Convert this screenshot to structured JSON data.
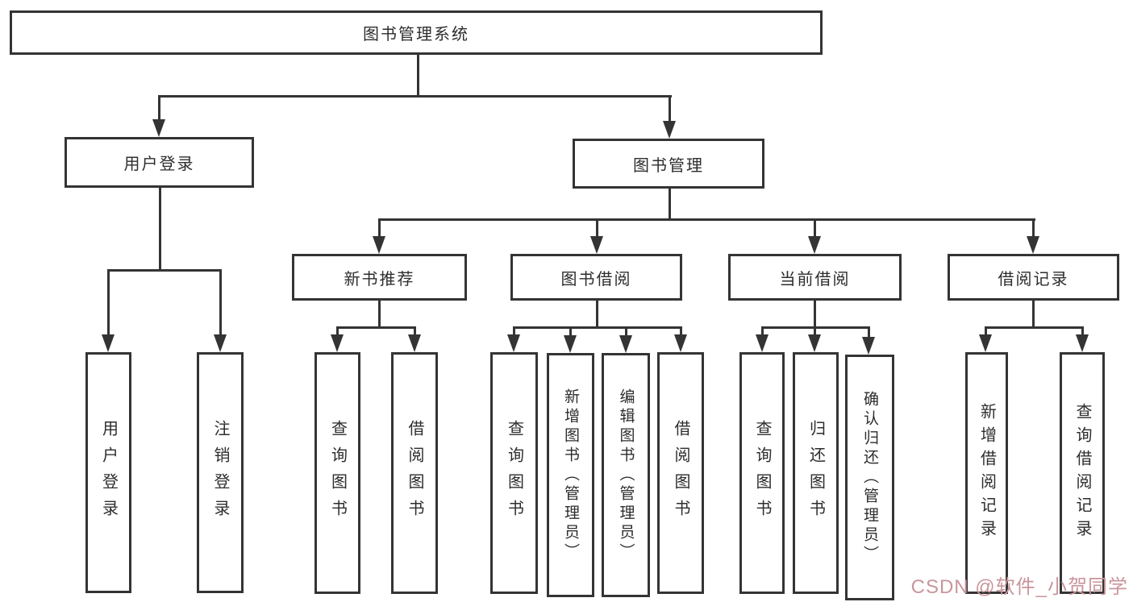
{
  "tree": {
    "root": "图书管理系统",
    "level2": {
      "user_login": "用户登录",
      "book_mgmt": "图书管理"
    },
    "level3": {
      "new_books": "新书推荐",
      "book_borrow": "图书借阅",
      "current_borrow": "当前借阅",
      "borrow_records": "借阅记录"
    },
    "leaves": {
      "user_login": [
        "用户登录",
        "注销登录"
      ],
      "new_books": [
        "查询图书",
        "借阅图书"
      ],
      "book_borrow": [
        "查询图书",
        "新增图书（管理员）",
        "编辑图书（管理员）",
        "借阅图书"
      ],
      "current_borrow": [
        "查询图书",
        "归还图书",
        "确认归还（管理员）"
      ],
      "borrow_records": [
        "新增借阅记录",
        "查询借阅记录"
      ]
    }
  },
  "watermark": "CSDN @软件_小贺同学",
  "colors": {
    "line": "#343434",
    "border": "#343434",
    "text": "#2d2d2d",
    "watermark": "#c9959b",
    "background": "#ffffff"
  }
}
